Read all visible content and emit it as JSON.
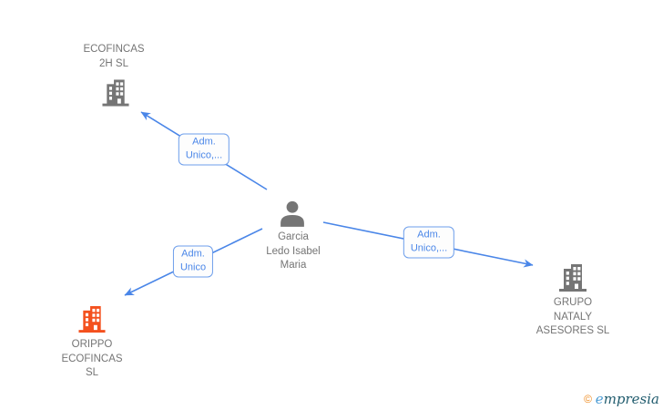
{
  "colors": {
    "edge_blue": "#4a86e8",
    "edge_label_border": "#6d9eeb",
    "node_text_gray": "#757575",
    "building_gray": "#757575",
    "building_orange": "#f4511e",
    "logo_copyright_orange": "#ee8a1e",
    "logo_e_blue": "#4a9bd4",
    "logo_text_teal": "#215c6e"
  },
  "nodes": {
    "ecofincas2h": {
      "label_lines": [
        "ECOFINCAS",
        "2H SL"
      ]
    },
    "person": {
      "label_lines": [
        "Garcia",
        "Ledo Isabel",
        "Maria"
      ]
    },
    "orippo": {
      "label_lines": [
        "ORIPPO",
        "ECOFINCAS",
        "SL"
      ]
    },
    "gruponataly": {
      "label_lines": [
        "GRUPO",
        "NATALY",
        "ASESORES SL"
      ]
    }
  },
  "edge_labels": {
    "to_ecofincas2h": {
      "lines": [
        "Adm.",
        "Unico,..."
      ]
    },
    "to_orippo": {
      "lines": [
        "Adm.",
        "Unico"
      ]
    },
    "to_gruponataly": {
      "lines": [
        "Adm.",
        "Unico,..."
      ]
    }
  },
  "logo": {
    "copyright": "©",
    "brand_initial": "e",
    "brand_rest": "mpresia"
  }
}
